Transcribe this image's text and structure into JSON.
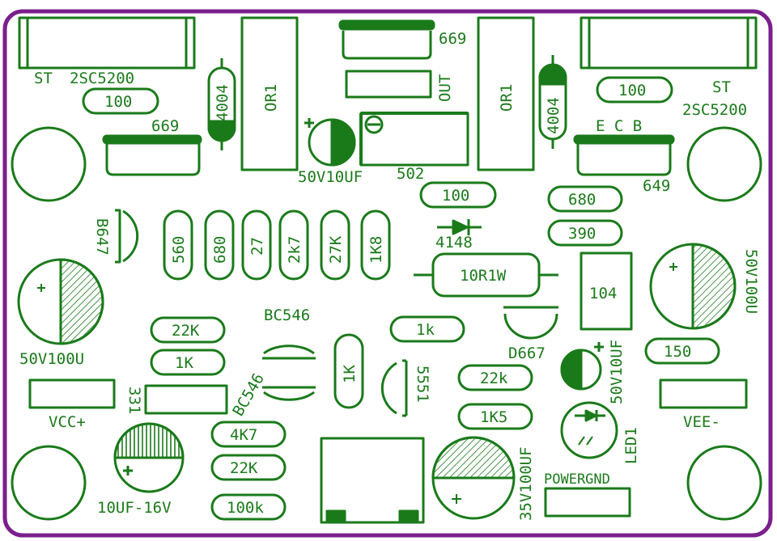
{
  "colors": {
    "ink": "#1a7a1a",
    "outline": "#7b1f8c",
    "background": "#ffffff"
  },
  "labels": {
    "st_left": "ST",
    "tr_left_model": "2SC5200",
    "res_100_left": "100",
    "diode_4004_left": "4004",
    "or1_left": "OR1",
    "heatsink_669_left": "669",
    "heatsink_669_top": "669",
    "out": "OUT",
    "cap_50v10uf_top": "50V10UF",
    "trimpot_502": "502",
    "or1_right": "OR1",
    "diode_4004_right": "4004",
    "res_100_right_top": "100",
    "st_right": "ST",
    "tr_right_model": "2SC5200",
    "ecb": "E C B",
    "heatsink_649": "649",
    "res_100_mid": "100",
    "res_680_right": "680",
    "res_390": "390",
    "diode_4148": "4148",
    "res_10r1w": "10R1W",
    "b647": "B647",
    "res_560": "560",
    "res_680_mid": "680",
    "res_27": "27",
    "res_2k7": "2k7",
    "res_27k": "27K",
    "res_1k8": "1K8",
    "cap_104": "104",
    "cap_50v100u_right": "50V100U",
    "cap_50v100u_left": "50V100U",
    "res_22k_left": "22K",
    "res_1k_left": "1K",
    "bc546_top": "BC546",
    "bc546_side": "BC546",
    "res_1k_vertical": "1K",
    "tr_5551": "5551",
    "res_1k_mid": "1k",
    "d667": "D667",
    "cap_50v10uf_right": "50V10UF",
    "res_150": "150",
    "res_22k_right": "22k",
    "res_1k5": "1K5",
    "vcc": "VCC+",
    "vee": "VEE-",
    "cap_331": "331",
    "led1": "LED1",
    "res_4k7": "4K7",
    "res_22k_bottom": "22K",
    "res_100k": "100k",
    "cap_10uf_16v": "10UF-16V",
    "cap_35v100uf": "35V100UF",
    "powergnd": "POWERGND",
    "plus": "+"
  }
}
